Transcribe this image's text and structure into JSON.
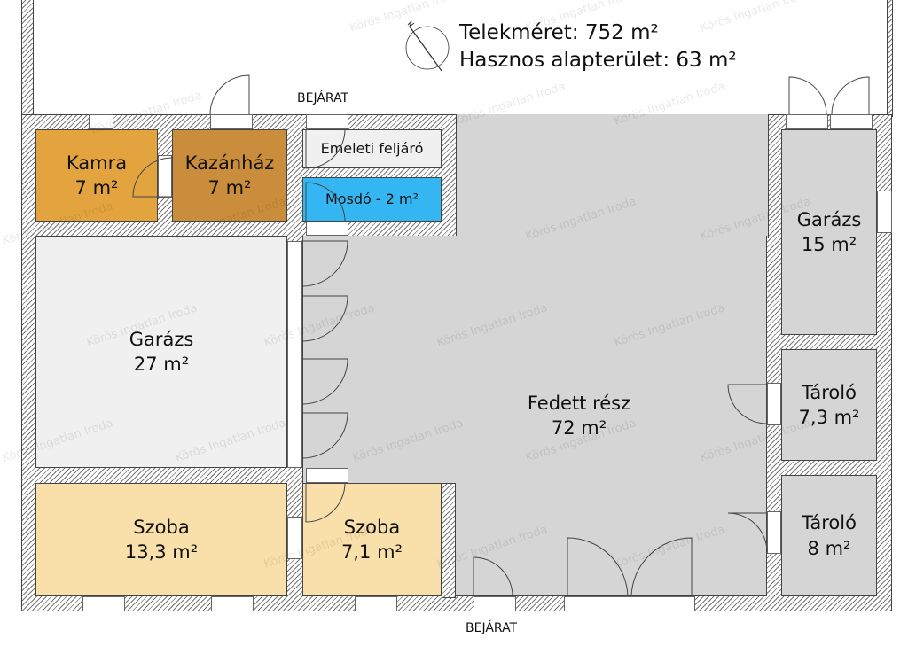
{
  "info": {
    "plot_size": "Telekméret: 752 m²",
    "usable_area": "Hasznos alapterület: 63 m²"
  },
  "entrances": {
    "top": "BEJÁRAT",
    "bottom": "BEJÁRAT"
  },
  "rooms": {
    "kamra": {
      "name": "Kamra",
      "area": "7 m²"
    },
    "kazanhaz": {
      "name": "Kazánház",
      "area": "7 m²"
    },
    "feljaro": {
      "name": "Emeleti feljáró"
    },
    "mosdo": {
      "name": "Mosdó - 2 m²"
    },
    "garazs27": {
      "name": "Garázs",
      "area": "27 m²"
    },
    "fedett": {
      "name": "Fedett rész",
      "area": "72 m²"
    },
    "szoba13": {
      "name": "Szoba",
      "area": "13,3 m²"
    },
    "szoba7": {
      "name": "Szoba",
      "area": "7,1 m²"
    },
    "garazs15": {
      "name": "Garázs",
      "area": "15 m²"
    },
    "tarolo73": {
      "name": "Tároló",
      "area": "7,3 m²"
    },
    "tarolo8": {
      "name": "Tároló",
      "area": "8 m²"
    }
  },
  "colors": {
    "kamra": "#e3a43f",
    "kazanhaz": "#c98d3b",
    "mosdo": "#33b6f2",
    "szoba": "#f9dfa9",
    "light": "#f0f0f0",
    "gray": "#d5d5d5"
  },
  "watermark": "Körös Ingatlan Iroda"
}
